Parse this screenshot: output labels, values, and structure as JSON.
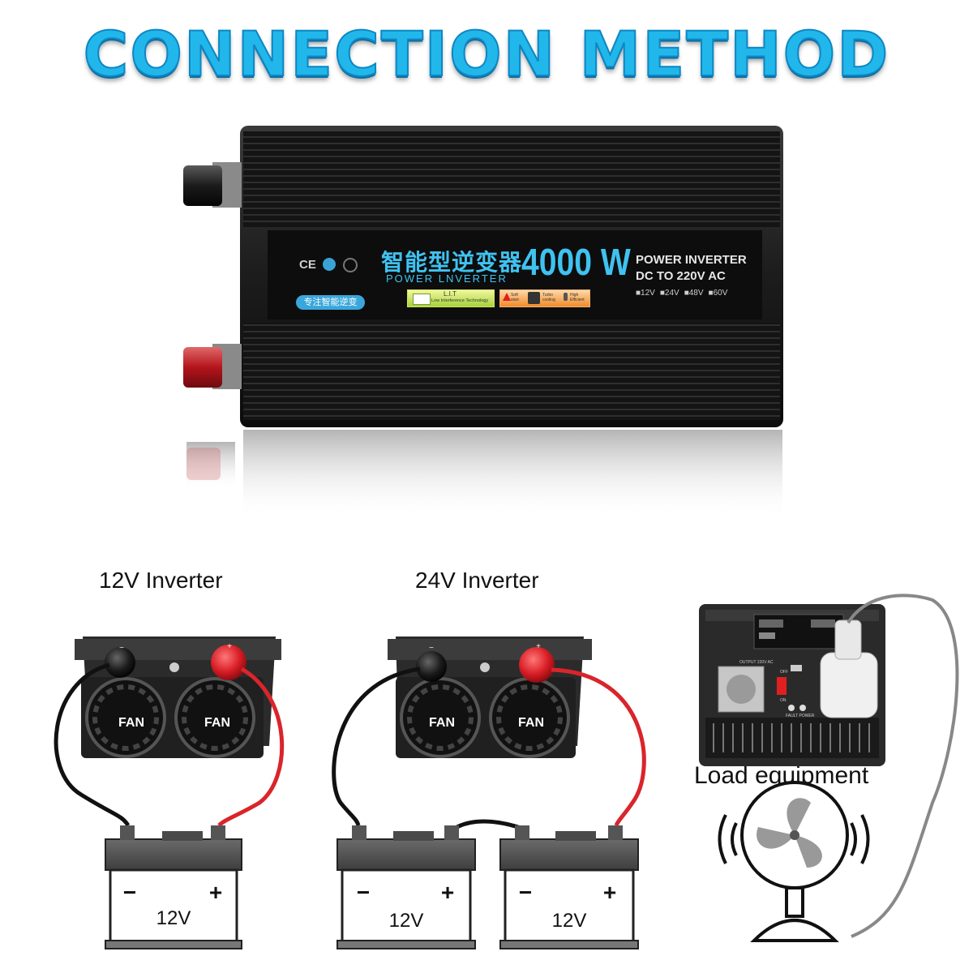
{
  "title": "CONNECTION METHOD",
  "product": {
    "name_cn": "智能型逆变器",
    "name_en": "POWER LNVERTER",
    "wattage": "4000 W",
    "label_line1": "POWER INVERTER",
    "label_line2": "DC TO 220V AC",
    "voltage_options": [
      "■12V",
      "■24V",
      "■48V",
      "■60V"
    ],
    "slogan": "专注智能逆变",
    "lit_title": "L.I.T",
    "lit_sub": "Low Interference Technology",
    "feature_labels": [
      "Soft start",
      "Turbo cooling",
      "High Efficient"
    ],
    "cert_marks": "CE"
  },
  "diagrams": {
    "inverter12_label": "12V Inverter",
    "inverter24_label": "24V Inverter",
    "load_label": "Load equipment",
    "fan_text": "FAN",
    "battery_voltage": "12V",
    "battery_minus": "−",
    "battery_plus": "+",
    "terminal_minus": "−",
    "terminal_plus": "+",
    "rear_panel_text": "OUTPUT 220V AC",
    "rear_switch_on": "ON",
    "rear_switch_off": "OFF",
    "rear_leds": "FAULT POWER"
  },
  "colors": {
    "title": "#22b7ea",
    "positive_cable": "#d9252b",
    "negative_cable": "#111111"
  }
}
